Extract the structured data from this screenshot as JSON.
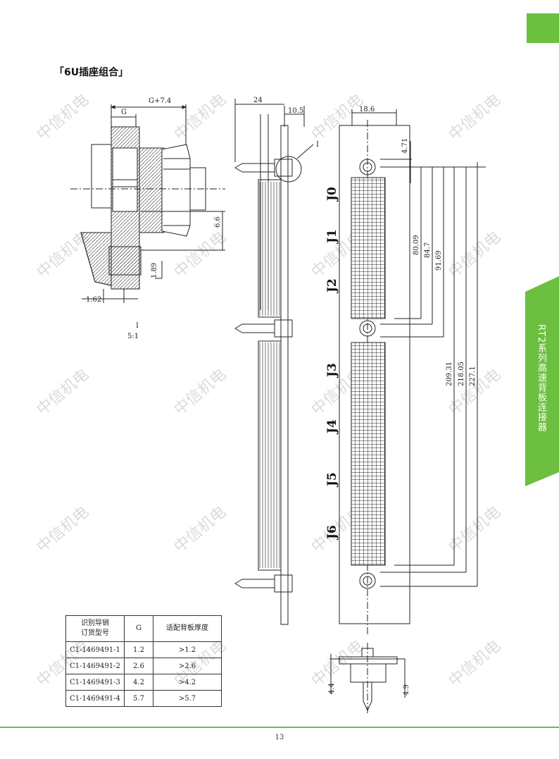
{
  "section_title": "「6U插座组合」",
  "side_tab_label": "RT2系列高速背板连接器",
  "watermark": "中信机电",
  "colors": {
    "accent_green": "#6cbf3f",
    "line": "#222222",
    "watermark": "#cfcfcf"
  },
  "detail": {
    "dim_g_plus": "G+7.4",
    "dim_g": "G",
    "dim_6_6": "6.6",
    "dim_1_89": "1.89",
    "dim_1_62": "1.62",
    "label_roman": "I",
    "scale": "5:1"
  },
  "side_view": {
    "dim_24": "24",
    "dim_10_5": "10.5",
    "callout": "I"
  },
  "front_view": {
    "dim_18_6": "18.6",
    "dim_4_71": "4.71",
    "dim_80_09": "80.09",
    "dim_84_7": "84.7",
    "dim_91_69": "91.69",
    "dim_209_31": "209.31",
    "dim_218_05": "218.05",
    "dim_227_1": "227.1",
    "slots": [
      "J0",
      "J1",
      "J2",
      "J3",
      "J4",
      "J5",
      "J6"
    ]
  },
  "bottom_view": {
    "dim_4_4": "4.4",
    "dim_4_9": "4.9"
  },
  "table": {
    "headers": [
      "识别导销\n订货型号",
      "G",
      "适配背板厚度"
    ],
    "rows": [
      [
        "C1-1469491-1",
        "1.2",
        ">1.2"
      ],
      [
        "C1-1469491-2",
        "2.6",
        ">2.6"
      ],
      [
        "C1-1469491-3",
        "4.2",
        ">4.2"
      ],
      [
        "C1-1469491-4",
        "5.7",
        ">5.7"
      ]
    ]
  },
  "page_number": "13"
}
